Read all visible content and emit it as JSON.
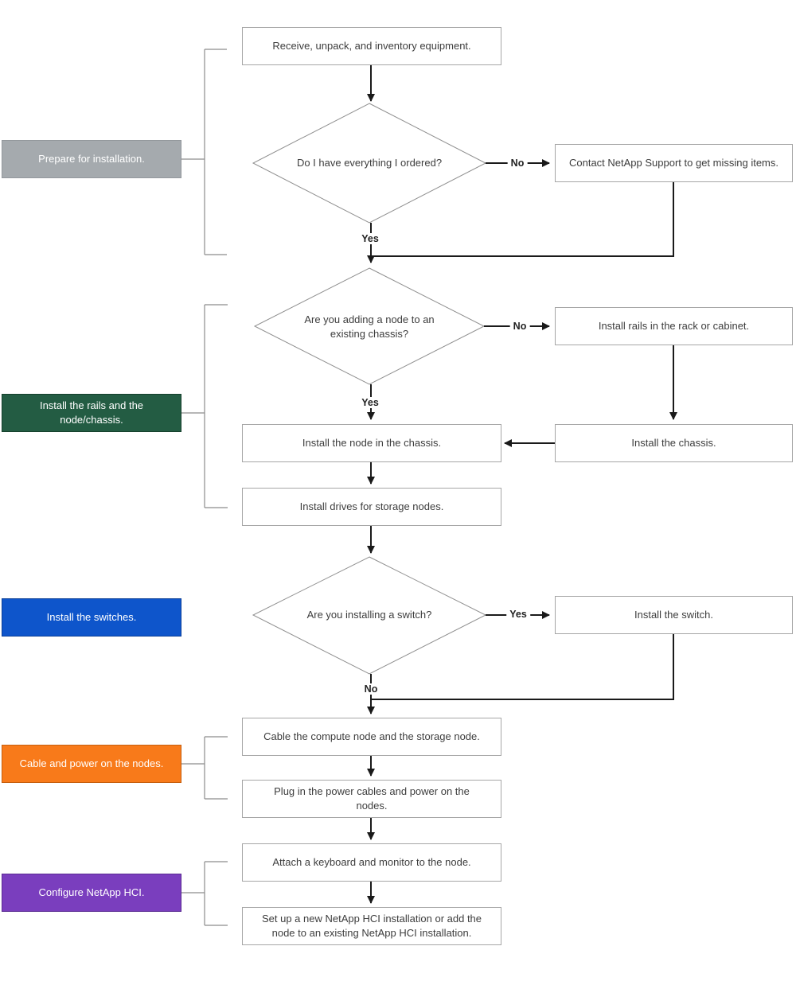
{
  "sections": [
    {
      "label": "Prepare for installation.",
      "fill": "#A5AAAE",
      "border": "#93989D"
    },
    {
      "label": "Install the rails and the\nnode/chassis.",
      "fill": "#235C43",
      "border": "#16402C"
    },
    {
      "label": "Install the switches.",
      "fill": "#0E55CB",
      "border": "#0A3E97"
    },
    {
      "label": "Cable and power on the nodes.",
      "fill": "#F87A1A",
      "border": "#C55E0E"
    },
    {
      "label": "Configure NetApp HCI.",
      "fill": "#7A3EBE",
      "border": "#5A2B92"
    }
  ],
  "steps": {
    "receive": "Receive, unpack, and inventory equipment.",
    "contact_support": "Contact NetApp Support to get missing items.",
    "install_rails": "Install rails in the rack or cabinet.",
    "install_chassis": "Install the chassis.",
    "install_node": "Install the node in the chassis.",
    "install_drives": "Install drives for storage nodes.",
    "install_switch": "Install the switch.",
    "cable_nodes": "Cable the compute node and the storage node.",
    "power_on": "Plug in the power cables and power on the\nnodes.",
    "attach_keyboard": "Attach a keyboard and monitor to the node.",
    "setup_hci": "Set up a new NetApp HCI installation or add the\nnode to an existing NetApp HCI installation."
  },
  "decisions": {
    "q1": "Do I have everything I ordered?",
    "q2": "Are you adding a node to an\nexisting chassis?",
    "q3": "Are you installing a switch?"
  },
  "edge_labels": {
    "d1_no": "No",
    "d1_yes": "Yes",
    "d2_no": "No",
    "d2_yes": "Yes",
    "d3_yes": "Yes",
    "d3_no": "No"
  },
  "colors": {
    "connector": "#1A1A1A",
    "shape_outline": "#8F8F8F",
    "bracket": "#8C8C8C"
  }
}
